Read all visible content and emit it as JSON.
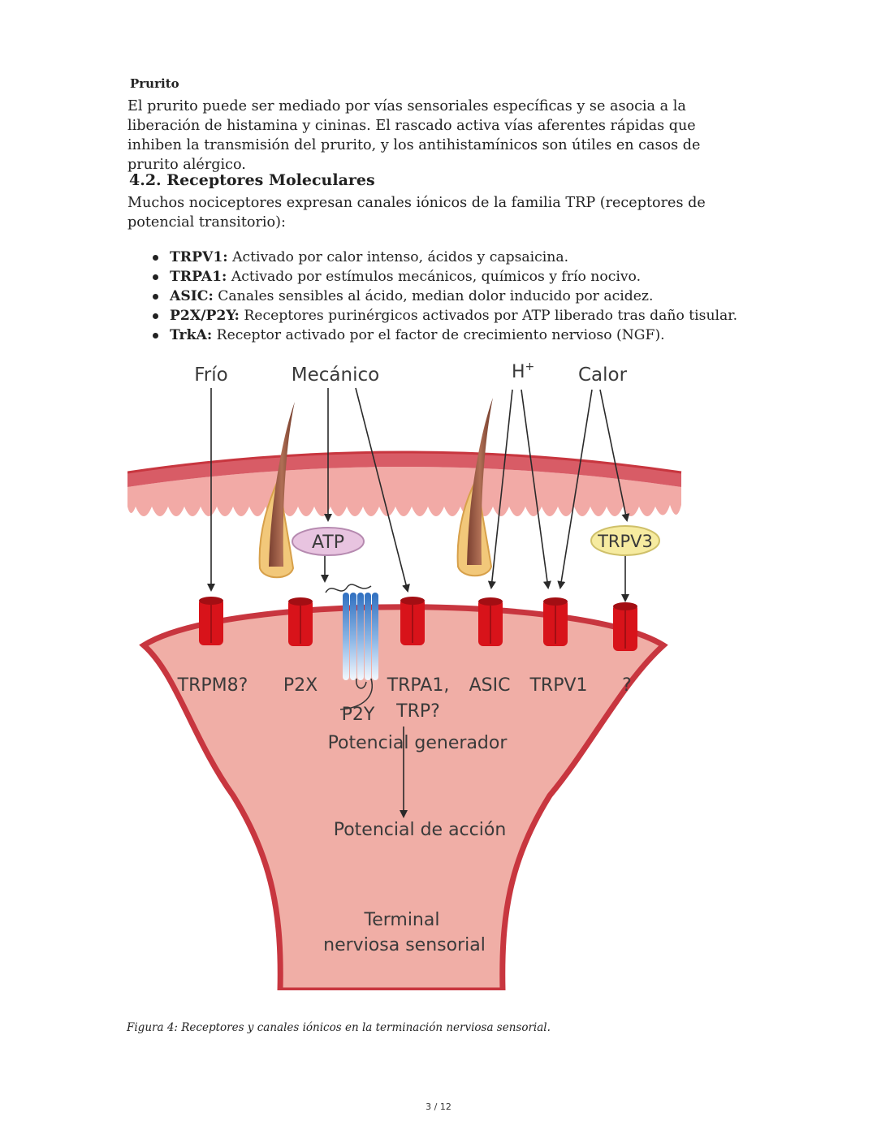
{
  "prurito": {
    "heading": "Prurito",
    "body": "El prurito puede ser mediado por vías sensoriales específicas y se asocia a la liberación de histamina y cininas. El rascado activa vías aferentes rápidas que inhiben la transmisión del prurito, y los antihistamínicos son útiles en casos de prurito alérgico."
  },
  "section": {
    "heading": "4.2. Receptores Moleculares",
    "intro": "Muchos nociceptores expresan canales iónicos de la familia TRP (receptores de potencial transitorio):",
    "items": [
      {
        "term": "TRPV1:",
        "text": " Activado por calor intenso, ácidos y capsaicina."
      },
      {
        "term": "TRPA1:",
        "text": " Activado por estímulos mecánicos, químicos y frío nocivo."
      },
      {
        "term": "ASIC:",
        "text": " Canales sensibles al ácido, median dolor inducido por acidez."
      },
      {
        "term": "P2X/P2Y:",
        "text": " Receptores purinérgicos activados por ATP liberado tras daño tisular."
      },
      {
        "term": "TrkA:",
        "text": " Receptor activado por el factor de crecimiento nervioso (NGF)."
      }
    ]
  },
  "figure": {
    "stimuli": {
      "cold": "Frío",
      "mechanical": "Mecánico",
      "proton": "H",
      "proton_sup": "+",
      "heat": "Calor"
    },
    "atp": "ATP",
    "trpv3": "TRPV3",
    "channels": {
      "trpm8": "TRPM8?",
      "p2x": "P2X",
      "p2y": "P2Y",
      "trpa1": "TRPA1,",
      "trp": "TRP?",
      "asic": "ASIC",
      "trpv1": "TRPV1",
      "unknown": "?"
    },
    "generator": "Potencial generador",
    "action": "Potencial de acción",
    "terminal_line1": "Terminal",
    "terminal_line2": "nerviosa sensorial",
    "colors": {
      "channel": "#d8131a",
      "skin_band": "#d85c66",
      "skin_light": "#f2aaa6",
      "terminal_fill": "#f0aea6",
      "terminal_border": "#c8363f",
      "atp_bubble": "#e8c4e0",
      "trpv3_bubble": "#f6eba0"
    },
    "caption": "Figura 4: Receptores y canales iónicos en la terminación nerviosa sensorial."
  },
  "page_number": "3 / 12"
}
